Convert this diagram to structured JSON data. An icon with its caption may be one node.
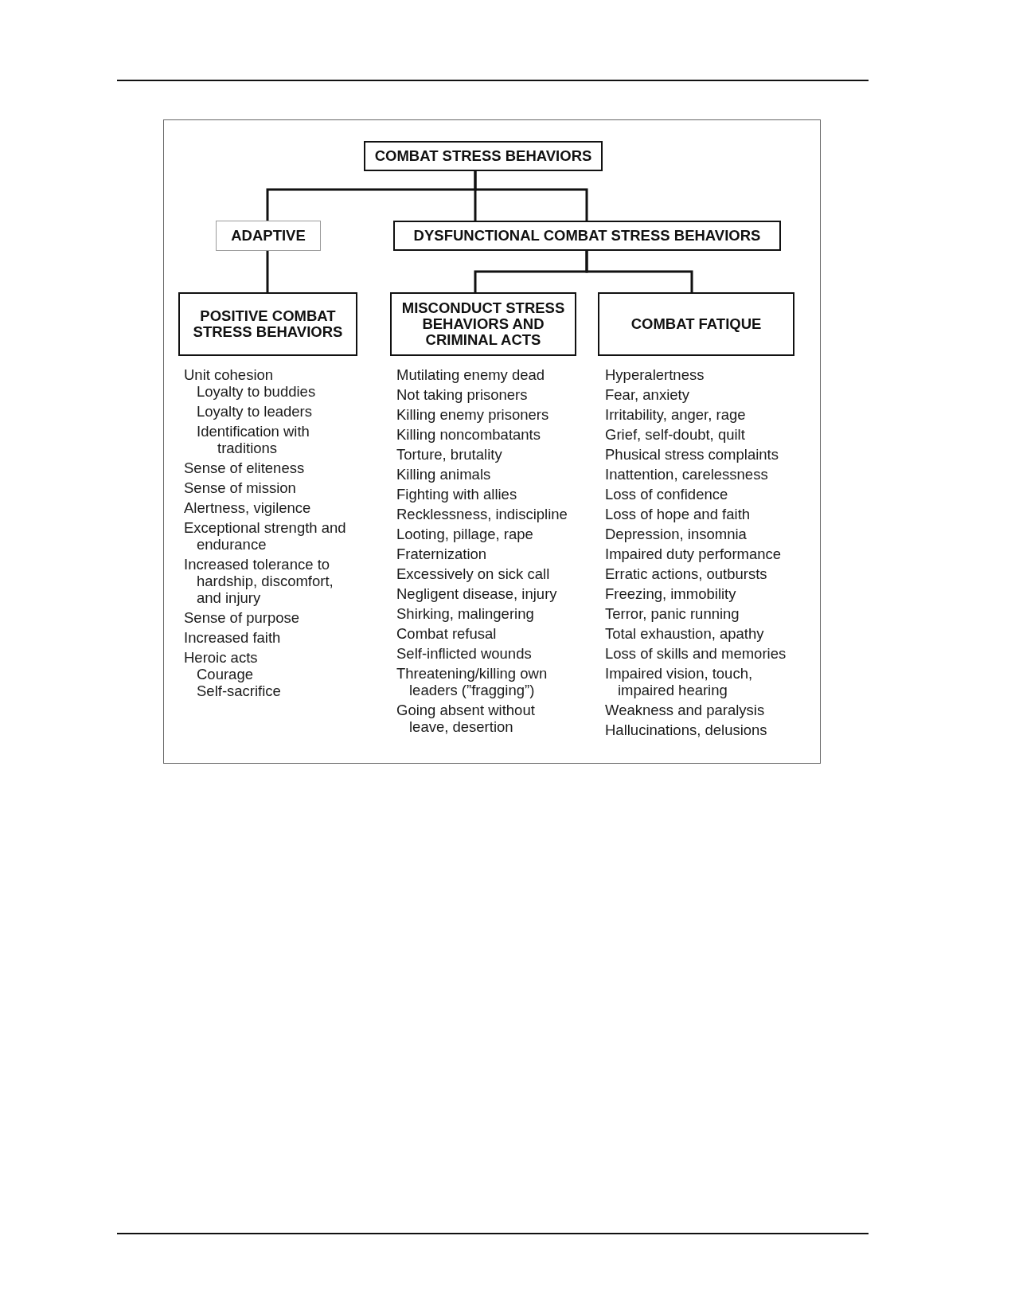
{
  "diagram": {
    "nodes": [
      {
        "text": [
          "COMBAT STRESS BEHAVIORS"
        ]
      },
      {
        "text": [
          "ADAPTIVE"
        ]
      },
      {
        "text": [
          "DYSFUNCTIONAL COMBAT STRESS BEHAVIORS"
        ]
      },
      {
        "text": [
          "POSITIVE COMBAT STRESS BEHAVIORS"
        ],
        "beside": [
          "Unit cohesion",
          "Loyalty to buddies",
          "Loyalty to leaders",
          "Identification with traditions",
          "Sense of eliteness",
          "Sense of mission",
          "Alertness, vigilence",
          "Exceptional strength and endurance",
          "Increased tolerance to hardship, discomfort, and injury",
          "Sense of purpose",
          "Increased faith",
          "Heroic acts",
          "Courage",
          "Self-sacrifice"
        ]
      },
      {
        "text": [
          "MISCONDUCT STRESS BEHAVIORS AND CRIMINAL ACTS"
        ],
        "beside": [
          "Mutilating enemy dead",
          "Not taking prisoners",
          "Killing enemy prisoners",
          "Killing noncombatants",
          "Torture, brutality",
          "Killing animals",
          "Fighting with allies",
          "Recklessness, indiscipline",
          "Looting, pillage, rape",
          "Fraternization",
          "Excessively on sick call",
          "Negligent disease, injury",
          "Shirking, malingering",
          "Combat refusal",
          "Self-inflicted wounds",
          "Threatening/killing own leaders (”fragging”)",
          "Going absent without leave, desertion"
        ]
      },
      {
        "text": [
          "COMBAT FATIQUE"
        ],
        "beside": [
          "Hyperalertness",
          "Fear, anxiety",
          "Irritability, anger, rage",
          "Grief, self-doubt, quilt",
          "Phusical stress complaints",
          "Inattention, carelessness",
          "Loss of confidence",
          "Loss of hope and faith",
          "Depression, insomnia",
          "Impaired duty performance",
          "Erratic actions, outbursts",
          "Freezing, immobility",
          "Terror, panic running",
          "Total exhaustion, apathy",
          "Loss of skills and memories",
          "Impaired vision, touch, impaired hearing",
          "Weakness and paralysis",
          "Hallucinations, delusions"
        ]
      }
    ],
    "edges": [
      {
        "from": 0,
        "to": 1,
        "arrow": "none"
      },
      {
        "from": 0,
        "to": 2,
        "arrow": "none"
      },
      {
        "from": 1,
        "to": 3,
        "arrow": "none"
      },
      {
        "from": 2,
        "to": 4,
        "arrow": "none"
      },
      {
        "from": 2,
        "to": 5,
        "arrow": "none"
      }
    ]
  }
}
